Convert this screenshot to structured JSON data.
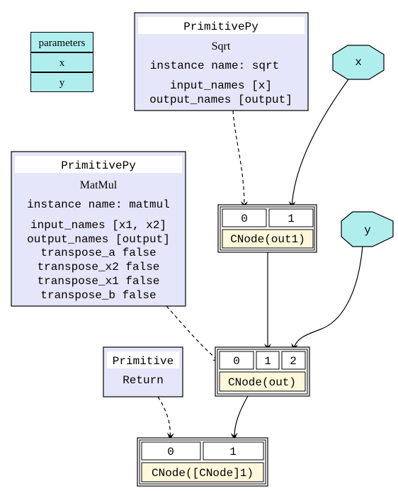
{
  "parameters_table": {
    "header": "parameters",
    "rows": [
      "x",
      "y"
    ]
  },
  "nodes": {
    "sqrt_prim": {
      "header": "PrimitivePy",
      "name": "Sqrt",
      "instance": "instance name: sqrt",
      "attrs": [
        "input_names [x]",
        "output_names [output]"
      ]
    },
    "matmul_prim": {
      "header": "PrimitivePy",
      "name": "MatMul",
      "instance": "instance name: matmul",
      "attrs": [
        "input_names [x1, x2]",
        "output_names [output]",
        "transpose_a false",
        "transpose_x2 false",
        "transpose_x1 false",
        "transpose_b false"
      ]
    },
    "return_prim": {
      "header": "Primitive",
      "name": "Return"
    },
    "x_param": {
      "label": "x"
    },
    "y_param": {
      "label": "y"
    },
    "cnode_out1": {
      "ports": [
        "0",
        "1"
      ],
      "label": "CNode(out1)"
    },
    "cnode_out": {
      "ports": [
        "0",
        "1",
        "2"
      ],
      "label": "CNode(out)"
    },
    "cnode_return": {
      "ports": [
        "0",
        "1"
      ],
      "label": "CNode([CNode]1)"
    }
  },
  "colors": {
    "primitive_fill": "#e6e6fa",
    "param_fill": "#b0eeee",
    "cnode_label_fill": "#fff8dc",
    "stroke": "#000000"
  }
}
